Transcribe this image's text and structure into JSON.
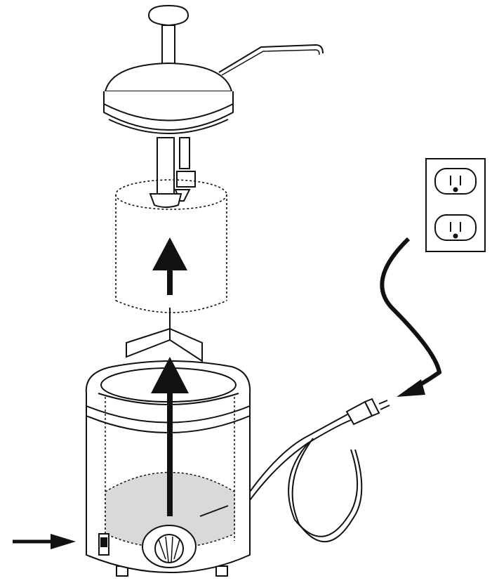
{
  "diagram": {
    "parts": [
      {
        "id": "pump",
        "icon": "pump-dispenser-icon"
      },
      {
        "id": "jar",
        "icon": "jar-icon"
      },
      {
        "id": "stirrer",
        "icon": "stirrer-icon"
      },
      {
        "id": "warmer",
        "icon": "warmer-base-icon"
      },
      {
        "id": "water",
        "icon": "water-level-icon"
      },
      {
        "id": "knob",
        "icon": "thermostat-knob-icon"
      },
      {
        "id": "switch",
        "icon": "power-switch-icon"
      },
      {
        "id": "cord",
        "icon": "power-cord-plug-icon"
      },
      {
        "id": "outlet",
        "icon": "wall-outlet-icon"
      }
    ],
    "colors": {
      "line": "#111111",
      "water": "#d9d9d9",
      "background": "#ffffff"
    }
  }
}
